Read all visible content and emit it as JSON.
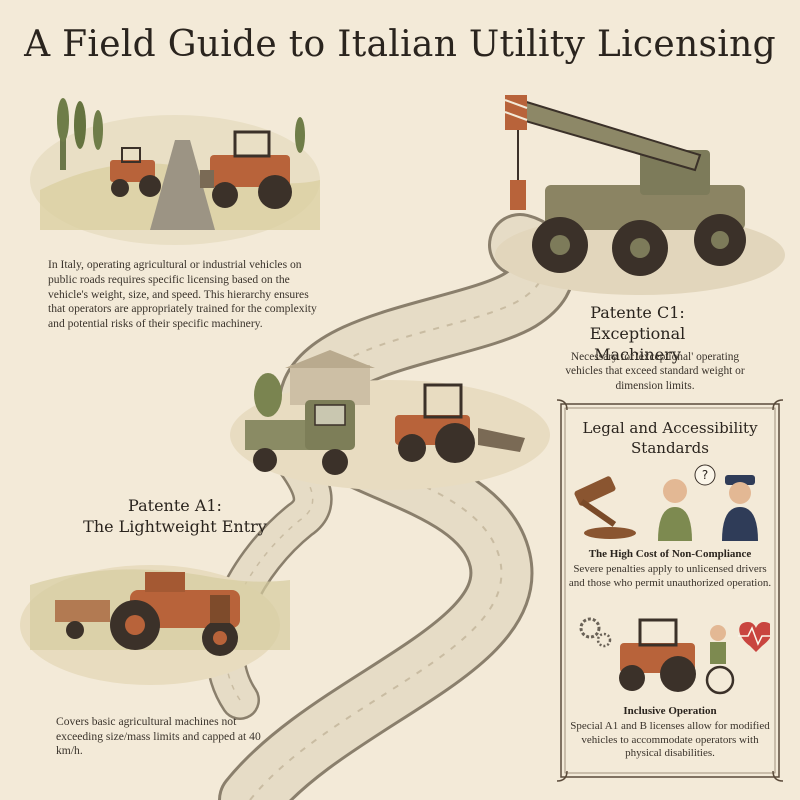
{
  "title": "A Field Guide to Italian Utility Licensing",
  "intro": "In Italy, operating agricultural or industrial vehicles on public roads requires specific licensing based on the vehicle's weight, size, and speed. This hierarchy ensures that operators are appropriately trained for the complexity and potential risks of their specific machinery.",
  "patente_a1": {
    "heading_line1": "Patente A1:",
    "heading_line2": "The Lightweight Entry",
    "text": "Covers basic agricultural machines not exceeding size/mass limits and capped at 40 km/h."
  },
  "patente_c1": {
    "heading_line1": "Patente C1:",
    "heading_line2": "Exceptional Machinery",
    "text": "Necessary for 'exceptional' operating vehicles that exceed standard weight or dimension limits."
  },
  "legal_panel": {
    "title": "Legal and Accessibility Standards",
    "compliance_title": "The High Cost of Non-Compliance",
    "compliance_text": "Severe penalties apply to unlicensed drivers and those who permit unauthorized operation.",
    "inclusive_title": "Inclusive Operation",
    "inclusive_text": "Special A1 and B licenses allow for modified vehicles to accommodate operators with physical disabilities.",
    "question_mark": "?"
  },
  "colors": {
    "paper": "#f3ead8",
    "ink": "#2a241e",
    "rust": "#b8633a",
    "olive": "#7d7b5a",
    "road": "#e6dcc6"
  },
  "icons": [
    "gavel-icon",
    "confused-person-icon",
    "police-officer-icon",
    "question-bubble-icon",
    "gears-icon",
    "heartbeat-icon",
    "wheelchair-user-icon",
    "tractor-icon",
    "crane-icon",
    "truck-icon"
  ]
}
